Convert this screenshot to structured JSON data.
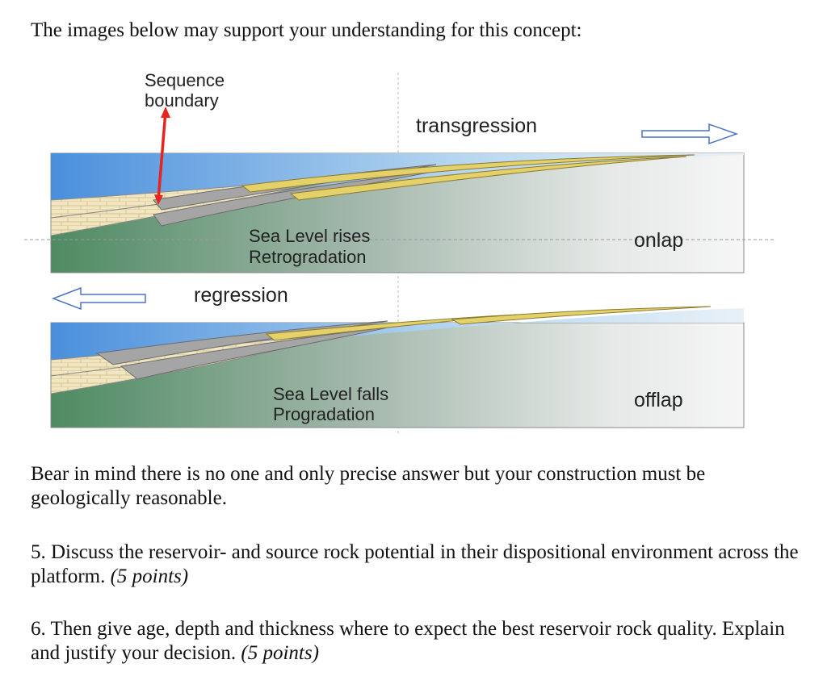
{
  "intro": "The images below may support your understanding for this concept:",
  "figure": {
    "sequence_boundary_line1": "Sequence",
    "sequence_boundary_line2": "boundary",
    "transgression": "transgression",
    "regression": "regression",
    "sea_level_rises": "Sea Level rises",
    "retrogradation": "Retrogradation",
    "onlap": "onlap",
    "sea_level_falls": "Sea Level falls",
    "progradation": "Progradation",
    "offlap": "offlap"
  },
  "paragraphs": {
    "bear": "Bear in mind there is no one and only precise answer but your construction must be geologically reasonable.",
    "q5_text": "5. Discuss the reservoir- and source rock potential in their dispositional environment across the platform.",
    "q5_points": "(5 points)",
    "q6_text": "6. Then give age, depth and thickness where to expect the best reservoir rock quality. Explain and justify your decision.",
    "q6_points": "(5 points)"
  }
}
